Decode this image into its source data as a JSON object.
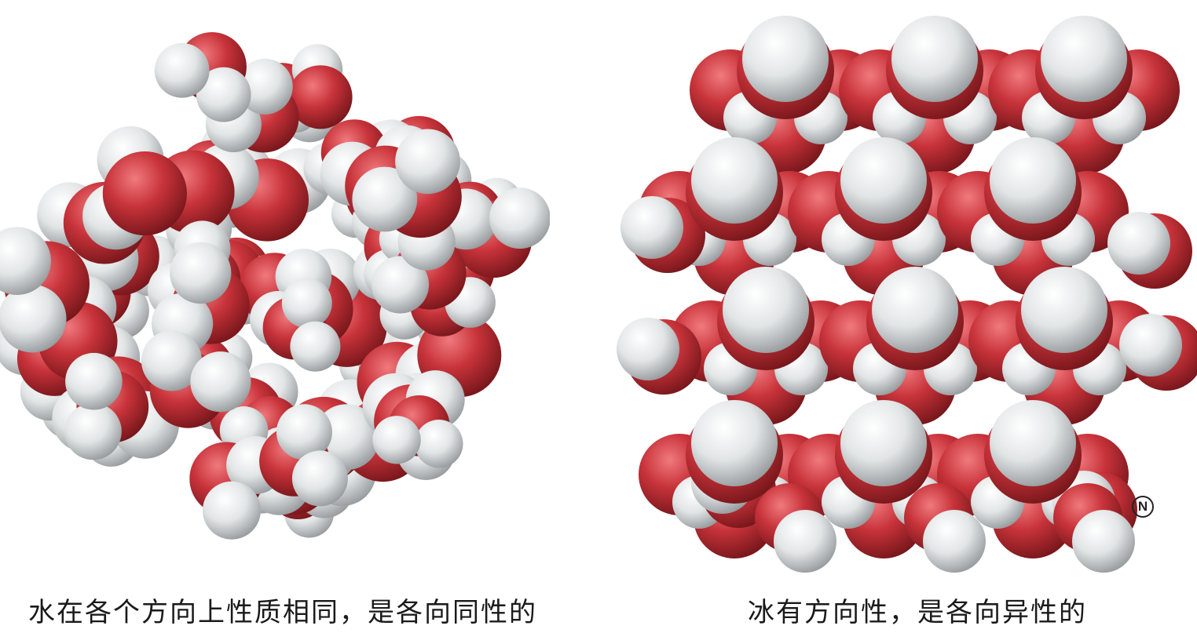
{
  "captions": {
    "water": "水在各个方向上性质相同，是各向同性的",
    "ice": "冰有方向性，是各向异性的"
  },
  "badge": {
    "letter": "N"
  },
  "colors": {
    "oxygen": "#c8333a",
    "hydrogen": "#e2e5e6",
    "background": "#ffffff"
  }
}
